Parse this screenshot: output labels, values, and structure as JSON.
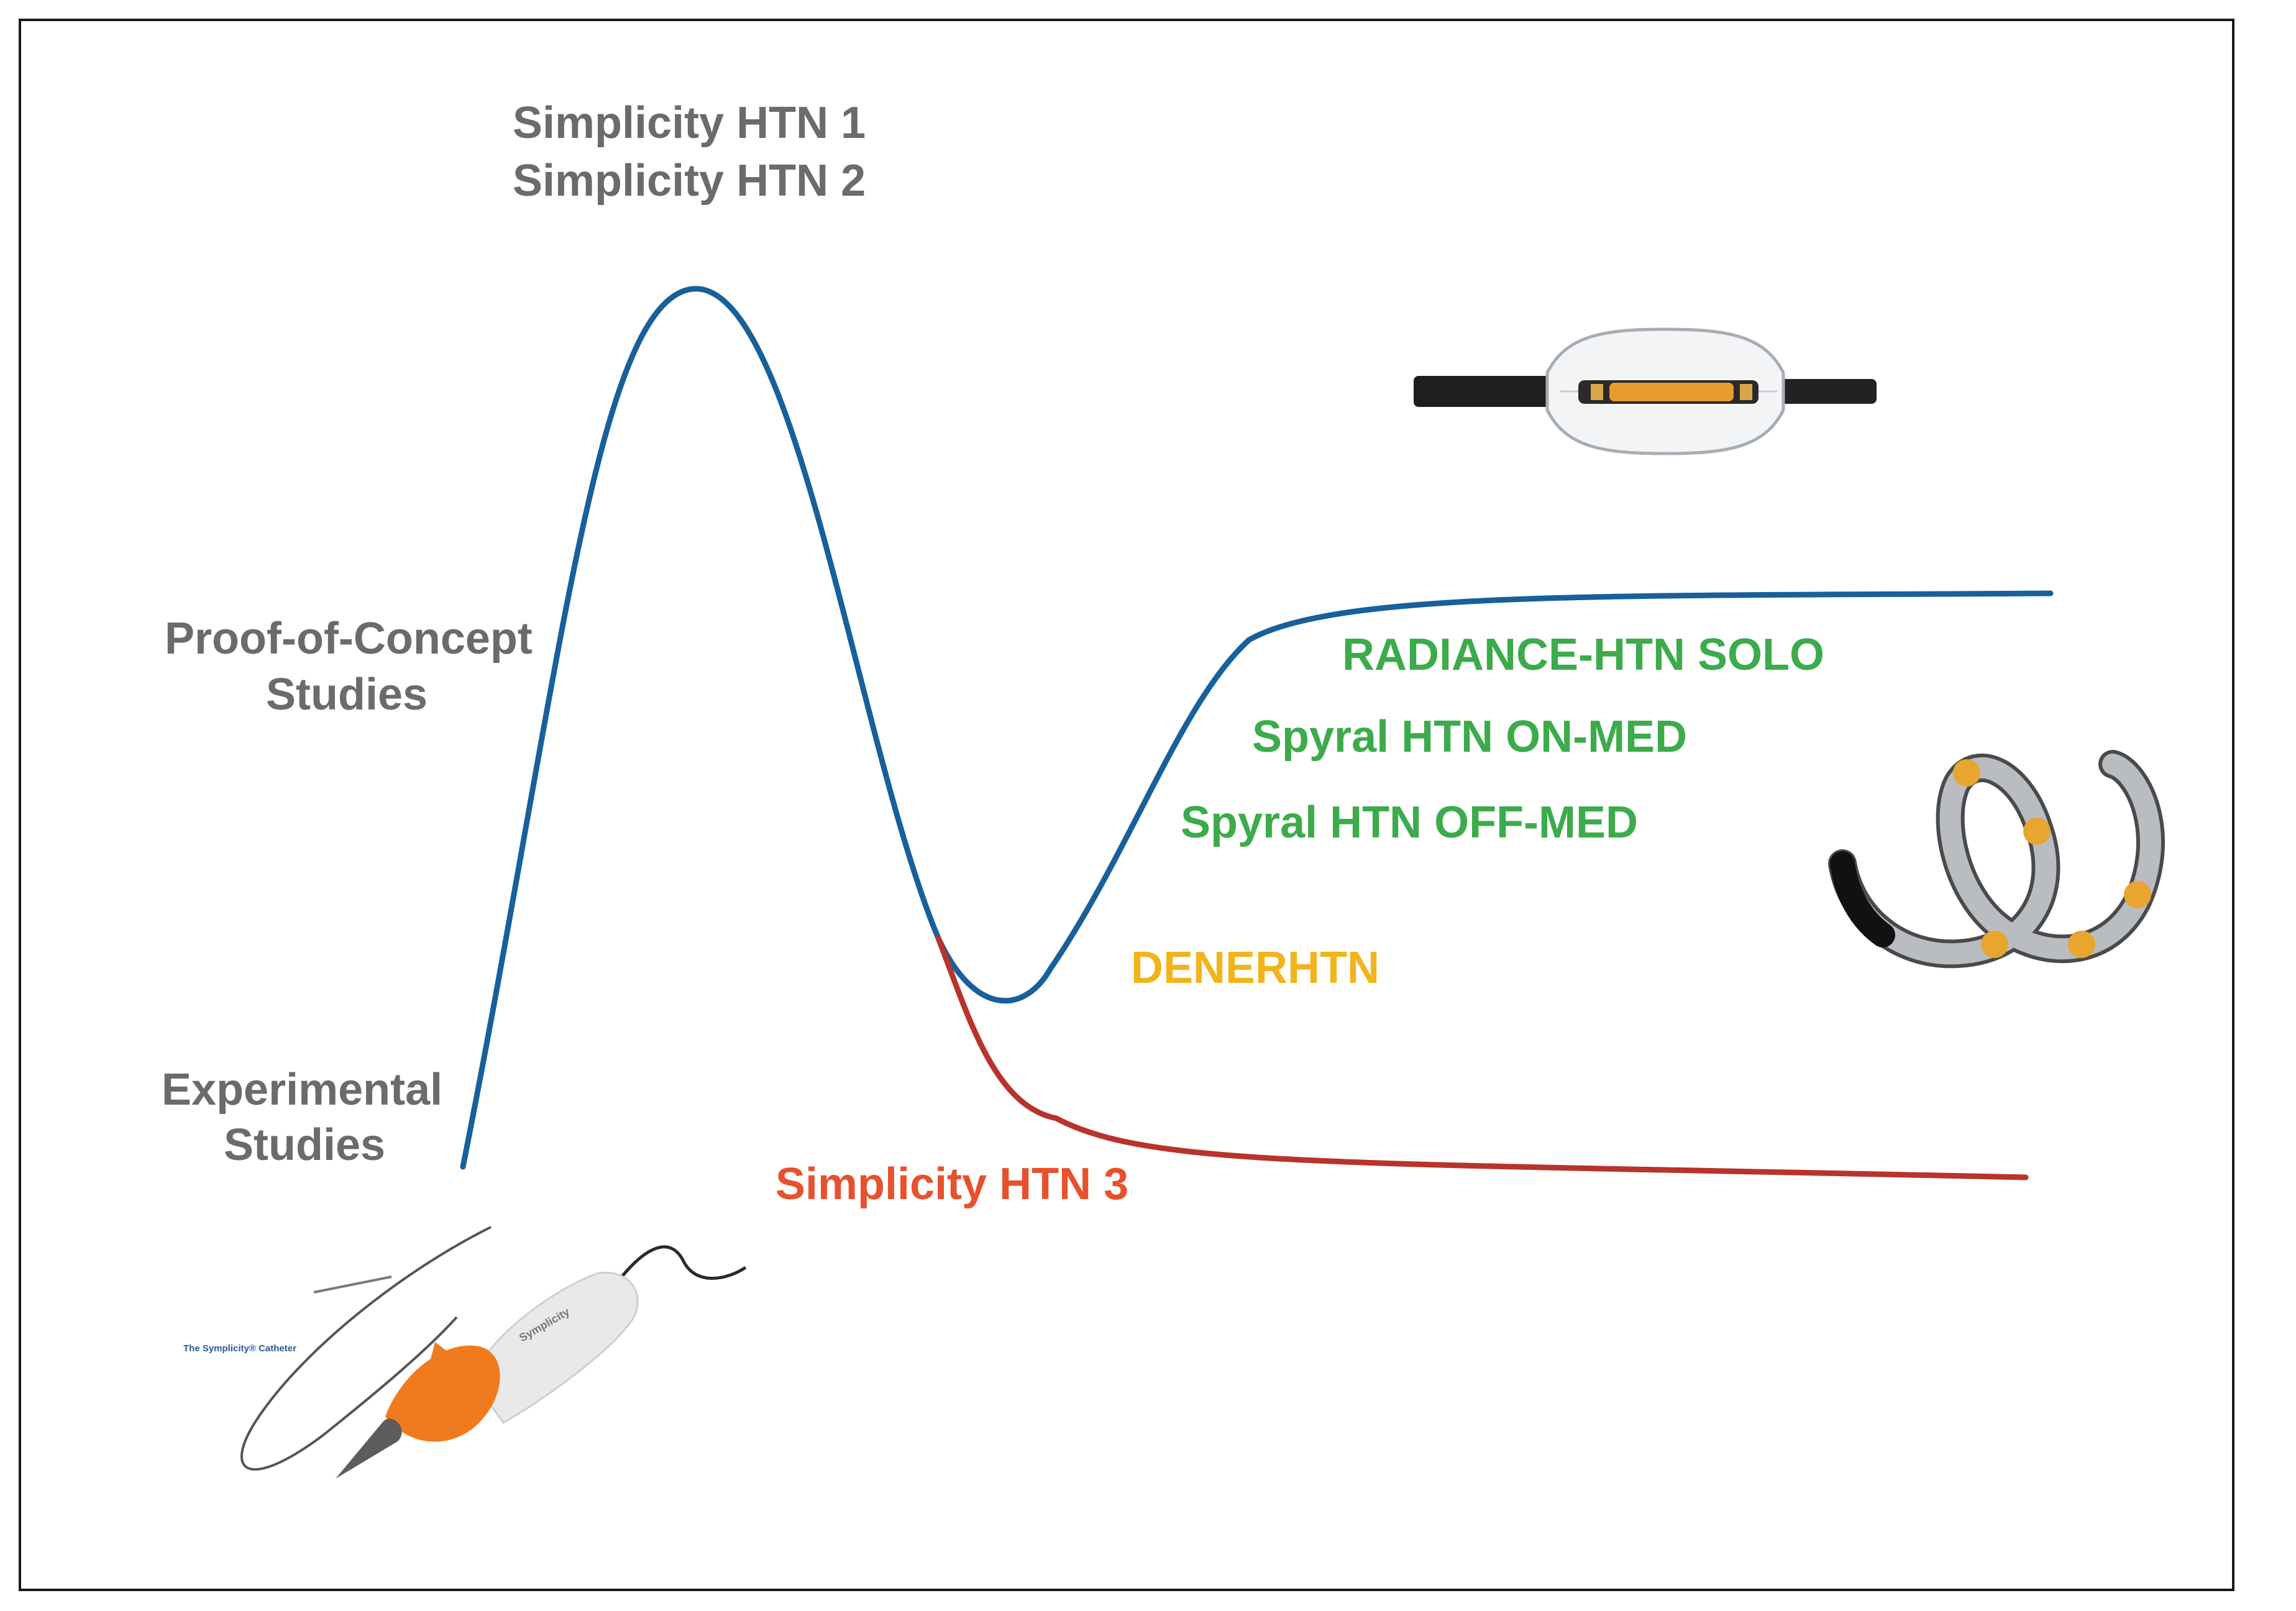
{
  "colors": {
    "blue_curve": "#17609b",
    "red_curve": "#b8332c",
    "label_gray": "#6b6b6b",
    "label_green": "#3cab4b",
    "label_orange": "#f2b41c",
    "label_red": "#e8512d",
    "catheter_orange": "#f07b1e",
    "electrode_gold": "#e8a530"
  },
  "labels": {
    "peak_line1": "Simplicity HTN 1",
    "peak_line2": "Simplicity HTN 2",
    "proof_line1": "Proof-of-Concept",
    "proof_line2": "Studies",
    "experimental_line1": "Experimental",
    "experimental_line2": "Studies",
    "radiance": "RADIANCE-HTN SOLO",
    "spyral_on": "Spyral HTN ON-MED",
    "spyral_off": "Spyral HTN OFF-MED",
    "denerhtn": "DENERHTN",
    "simplicity3": "Simplicity HTN 3"
  },
  "images": {
    "simplicity_catheter": {
      "icon": "simplicity-catheter-icon",
      "caption": "The Symplicity® Catheter",
      "handle_text": "Symplicity"
    },
    "balloon_catheter": {
      "icon": "ultrasound-balloon-catheter-icon"
    },
    "spiral_catheter": {
      "icon": "spyral-catheter-icon"
    }
  }
}
